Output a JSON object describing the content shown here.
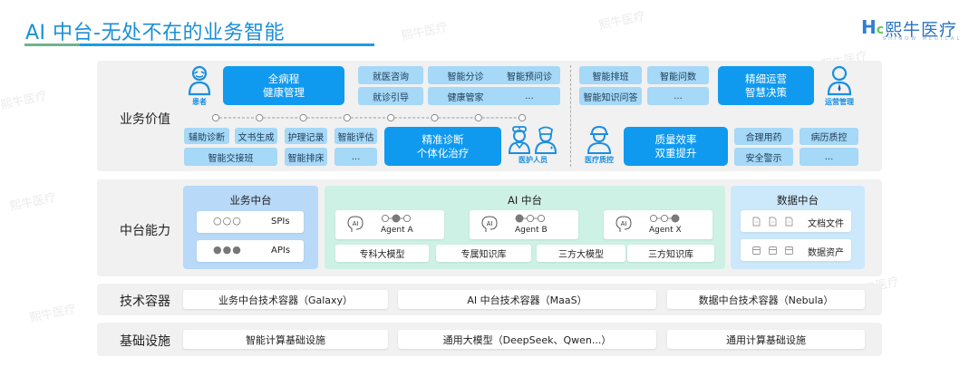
{
  "header": {
    "title": "AI 中台-无处不在的业务智能",
    "logo_name": "熙牛医疗",
    "logo_sub": "SHINOW MEDICAL",
    "logo_mark": "H",
    "logo_dot": "ⅽ"
  },
  "watermark": "熙牛医疗",
  "colors": {
    "accent": "#1e9ae6",
    "accent_green": "#6fb28f",
    "chip": "#a6d8f7",
    "primary_box": "#0f9af0",
    "ai_panel": "#cdf1e4",
    "biz_panel": "#b8d9f8",
    "data_panel": "#cce8fb",
    "band": "#f1f1f1"
  },
  "business_value": {
    "label": "业务价值",
    "personas": {
      "patient": "患者",
      "medical_staff": "医护人员",
      "quality_control": "医疗质控",
      "operations": "运营管理"
    },
    "main_boxes": {
      "health": [
        "全病程",
        "健康管理"
      ],
      "precision": [
        "精准诊断",
        "个体化治疗"
      ],
      "operation": [
        "精细运营",
        "智慧决策"
      ],
      "quality": [
        "质量效率",
        "双重提升"
      ]
    },
    "chips_top_left": [
      "就医咨询",
      "智能分诊",
      "智能预问诊",
      "就诊引导",
      "健康管家",
      "..."
    ],
    "chips_bottom_left": [
      "辅助诊断",
      "文书生成",
      "护理记录",
      "智能评估",
      "智能交接班",
      "智能排床",
      "..."
    ],
    "chips_top_right": [
      "智能排班",
      "智能问数",
      "智能知识问答",
      "..."
    ],
    "chips_bottom_right": [
      "合理用药",
      "病历质控",
      "安全警示",
      "..."
    ]
  },
  "middle_platform": {
    "label": "中台能力",
    "business": {
      "title": "业务中台",
      "rows": [
        {
          "icon": "○○○",
          "text": "SPIs"
        },
        {
          "icon": "●●●",
          "text": "APIs"
        }
      ]
    },
    "ai": {
      "title": "AI 中台",
      "ai_badge": "AI",
      "agents": [
        "Agent A",
        "Agent B",
        "Agent X"
      ],
      "models": [
        "专科大模型",
        "专属知识库",
        "三方大模型",
        "三方知识库"
      ]
    },
    "data": {
      "title": "数据中台",
      "rows": [
        {
          "text": "文档文件"
        },
        {
          "text": "数据资产"
        }
      ]
    }
  },
  "tech_container": {
    "label": "技术容器",
    "items": [
      "业务中台技术容器（Galaxy）",
      "AI 中台技术容器（MaaS）",
      "数据中台技术容器（Nebula）"
    ]
  },
  "infrastructure": {
    "label": "基础设施",
    "items": [
      "智能计算基础设施",
      "通用大模型（DeepSeek、Qwen...）",
      "通用计算基础设施"
    ]
  }
}
